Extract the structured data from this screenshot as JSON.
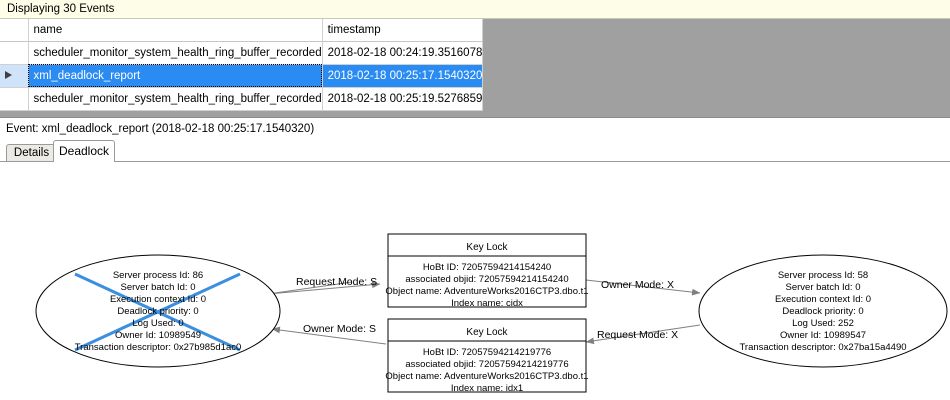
{
  "banner": {
    "text": "Displaying 30 Events"
  },
  "grid": {
    "columns": [
      "",
      "name",
      "timestamp"
    ],
    "rows": [
      {
        "selector": "",
        "name": "scheduler_monitor_system_health_ring_buffer_recorded",
        "timestamp": "2018-02-18 00:24:19.3516078",
        "selected": false
      },
      {
        "selector": "row-arrow",
        "name": "xml_deadlock_report",
        "timestamp": "2018-02-18 00:25:17.1540320",
        "selected": true
      },
      {
        "selector": "",
        "name": "scheduler_monitor_system_health_ring_buffer_recorded",
        "timestamp": "2018-02-18 00:25:19.5276859",
        "selected": false
      }
    ]
  },
  "event_header": {
    "text": "Event: xml_deadlock_report (2018-02-18 00:25:17.1540320)"
  },
  "tabs": [
    {
      "label": "Details",
      "active": false
    },
    {
      "label": "Deadlock",
      "active": true
    }
  ],
  "deadlock_graph": {
    "process_left": {
      "lines": [
        "Server process Id: 86",
        "Server batch Id: 0",
        "Execution context Id: 0",
        "Deadlock priority: 0",
        "Log Used: 0",
        "Owner Id: 10989549",
        "Transaction descriptor: 0x27b985d1ac0"
      ],
      "is_victim": true,
      "victim_cross_color": "#3b8fe0"
    },
    "process_right": {
      "lines": [
        "Server process Id: 58",
        "Server batch Id: 0",
        "Execution context Id: 0",
        "Deadlock priority: 0",
        "Log Used: 252",
        "Owner Id: 10989547",
        "Transaction descriptor: 0x27ba15a4490"
      ],
      "is_victim": false
    },
    "resource_top": {
      "title": "Key Lock",
      "lines": [
        "HoBt ID: 72057594214154240",
        "associated objid: 72057594214154240",
        "Object name: AdventureWorks2016CTP3.dbo.t1",
        "Index name: cidx"
      ]
    },
    "resource_bottom": {
      "title": "Key Lock",
      "lines": [
        "HoBt ID: 72057594214219776",
        "associated objid: 72057594214219776",
        "Object name: AdventureWorks2016CTP3.dbo.t1",
        "Index name: idx1"
      ]
    },
    "edges": [
      {
        "label": "Request Mode: S",
        "from": "process_left",
        "to": "resource_top"
      },
      {
        "label": "Owner Mode: X",
        "from": "resource_top",
        "to": "process_right"
      },
      {
        "label": "Owner Mode: S",
        "from": "resource_bottom",
        "to": "process_left"
      },
      {
        "label": "Request Mode: X",
        "from": "process_right",
        "to": "resource_bottom"
      }
    ]
  },
  "colors": {
    "banner_bg": "#fdfde8",
    "selection_blue": "#2a8bf2",
    "selector_blue": "#cfe4fb",
    "grid_filler_grey": "#a0a0a0",
    "victim_cross": "#3b8fe0"
  }
}
